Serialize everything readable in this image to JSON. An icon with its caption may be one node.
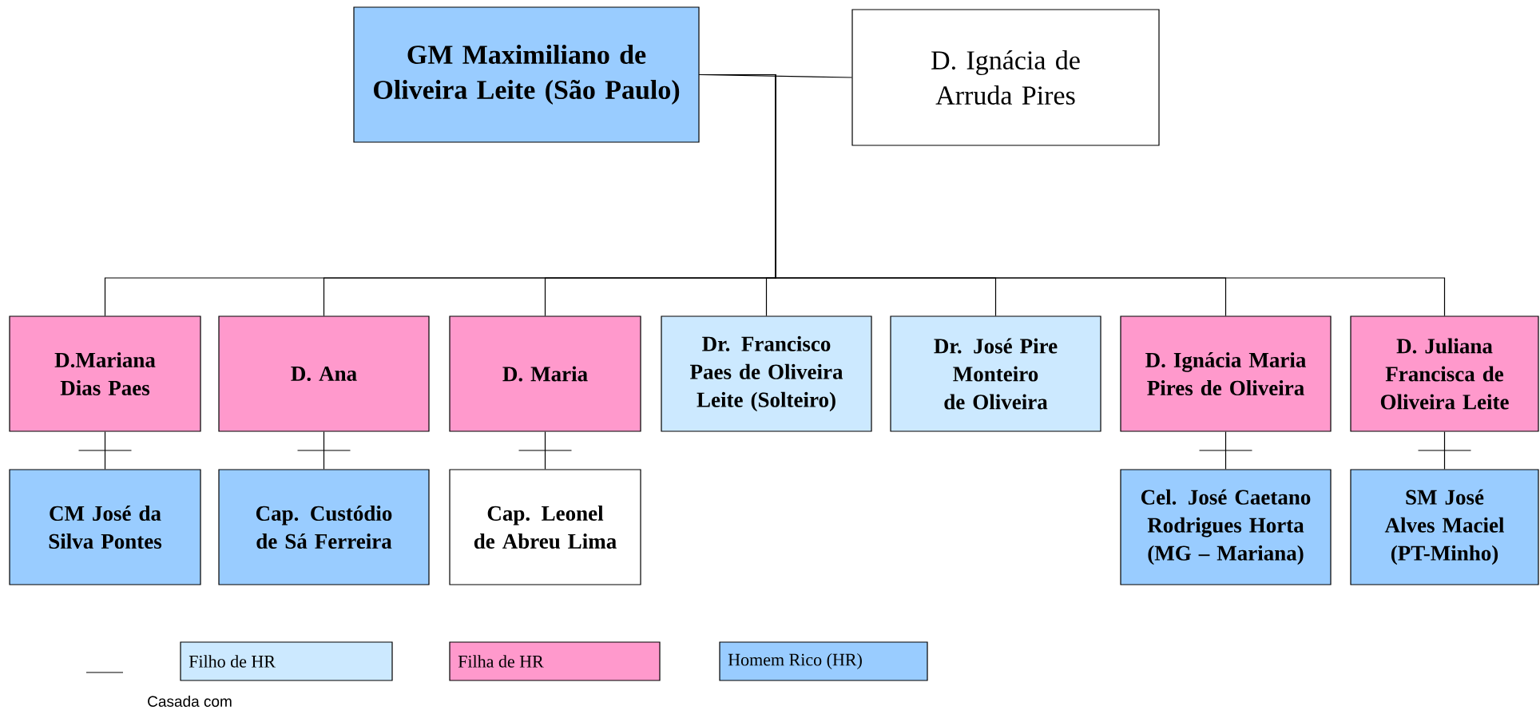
{
  "diagram": {
    "nodes": [
      {
        "text": [
          "GM Maximiliano de Oliveira Leite (São Paulo)"
        ]
      },
      {
        "text": [
          "D. Ignácia de Arruda Pires"
        ]
      },
      {
        "text": [
          "D.Mariana Dias Paes"
        ]
      },
      {
        "text": [
          "D. Ana"
        ]
      },
      {
        "text": [
          "D. Maria"
        ]
      },
      {
        "text": [
          "Dr. Francisco Paes de Oliveira Leite (Solteiro)"
        ]
      },
      {
        "text": [
          "Dr. José Pire Monteiro de Oliveira"
        ]
      },
      {
        "text": [
          "D. Ignácia Maria Pires de Oliveira"
        ]
      },
      {
        "text": [
          "D. Juliana Francisca de Oliveira Leite"
        ]
      },
      {
        "text": [
          "CM José da Silva Pontes"
        ]
      },
      {
        "text": [
          "Cap. Custódio de Sá Ferreira"
        ]
      },
      {
        "text": [
          "Cap. Leonel de Abreu Lima"
        ]
      },
      {
        "text": [
          "Cel. José Caetano Rodrigues Horta (MG – Mariana)"
        ]
      },
      {
        "text": [
          "SM José Alves Maciel (PT-Minho)"
        ]
      }
    ],
    "edges": [
      {
        "from": 0,
        "to": 1,
        "arrow": "none"
      },
      {
        "from": 0,
        "to": 2,
        "arrow": "none"
      },
      {
        "from": 0,
        "to": 3,
        "arrow": "none"
      },
      {
        "from": 0,
        "to": 4,
        "arrow": "none"
      },
      {
        "from": 0,
        "to": 5,
        "arrow": "none"
      },
      {
        "from": 0,
        "to": 6,
        "arrow": "none"
      },
      {
        "from": 0,
        "to": 7,
        "arrow": "none"
      },
      {
        "from": 0,
        "to": 8,
        "arrow": "none"
      },
      {
        "from": 2,
        "to": 9,
        "arrow": "none"
      },
      {
        "from": 3,
        "to": 10,
        "arrow": "none"
      },
      {
        "from": 4,
        "to": 11,
        "arrow": "none"
      },
      {
        "from": 7,
        "to": 12,
        "arrow": "none"
      },
      {
        "from": 8,
        "to": 13,
        "arrow": "none"
      }
    ],
    "legend": [
      {
        "text": "Filho de HR",
        "color": "#cce9ff"
      },
      {
        "text": "Filha de HR",
        "color": "#ff99cc"
      },
      {
        "text": "Homem Rico (HR)",
        "color": "#99ccff"
      },
      {
        "text": "Casada com"
      }
    ]
  }
}
